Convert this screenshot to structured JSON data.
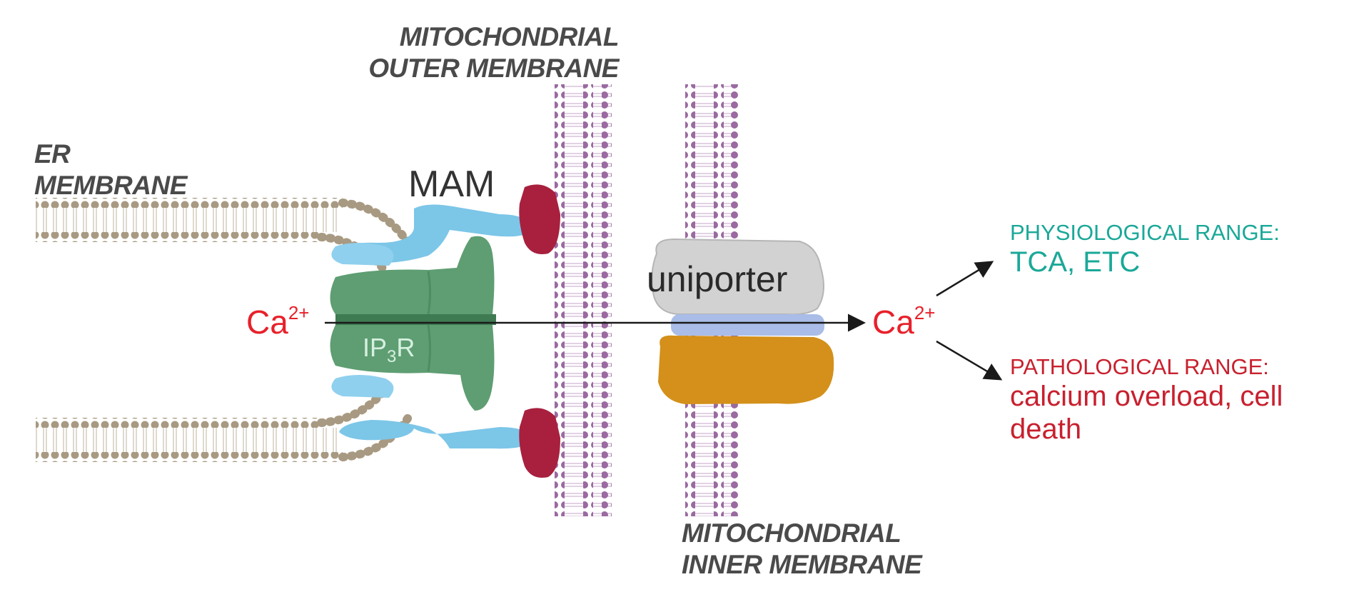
{
  "labels": {
    "er_membrane": [
      "ER",
      "MEMBRANE"
    ],
    "outer_membrane": [
      "MITOCHONDRIAL",
      "OUTER MEMBRANE"
    ],
    "inner_membrane": [
      "MITOCHONDRIAL",
      "INNER MEMBRANE"
    ],
    "mam": "MAM",
    "uniporter": "uniporter",
    "ip3r": {
      "base": "IP",
      "sub": "3",
      "tail": "R"
    },
    "ion_left": {
      "base": "Ca",
      "sup": "2+"
    },
    "ion_right": {
      "base": "Ca",
      "sup": "2+"
    }
  },
  "outcomes": {
    "physiological": {
      "title": "PHYSIOLOGICAL RANGE:",
      "desc": "TCA, ETC"
    },
    "pathological": {
      "title": "PATHOLOGICAL RANGE:",
      "desc_lines": [
        "calcium overload, cell",
        "death"
      ]
    }
  },
  "colors": {
    "er_membrane": "#a89a82",
    "mito_membrane": "#9a6aa0",
    "ip3r": "#5e9e72",
    "mam_protein": "#7cc6e8",
    "anchor_protein": "#a8203e",
    "uniporter_top": "#d2d2d2",
    "uniporter_mid": "#a9bde8",
    "uniporter_bottom": "#d4901a",
    "ion_text": "#e8202a",
    "physiological": "#1aa898",
    "pathological": "#c8202e",
    "membrane_label": "#4a4a4a",
    "arrow": "#1a1a1a"
  }
}
